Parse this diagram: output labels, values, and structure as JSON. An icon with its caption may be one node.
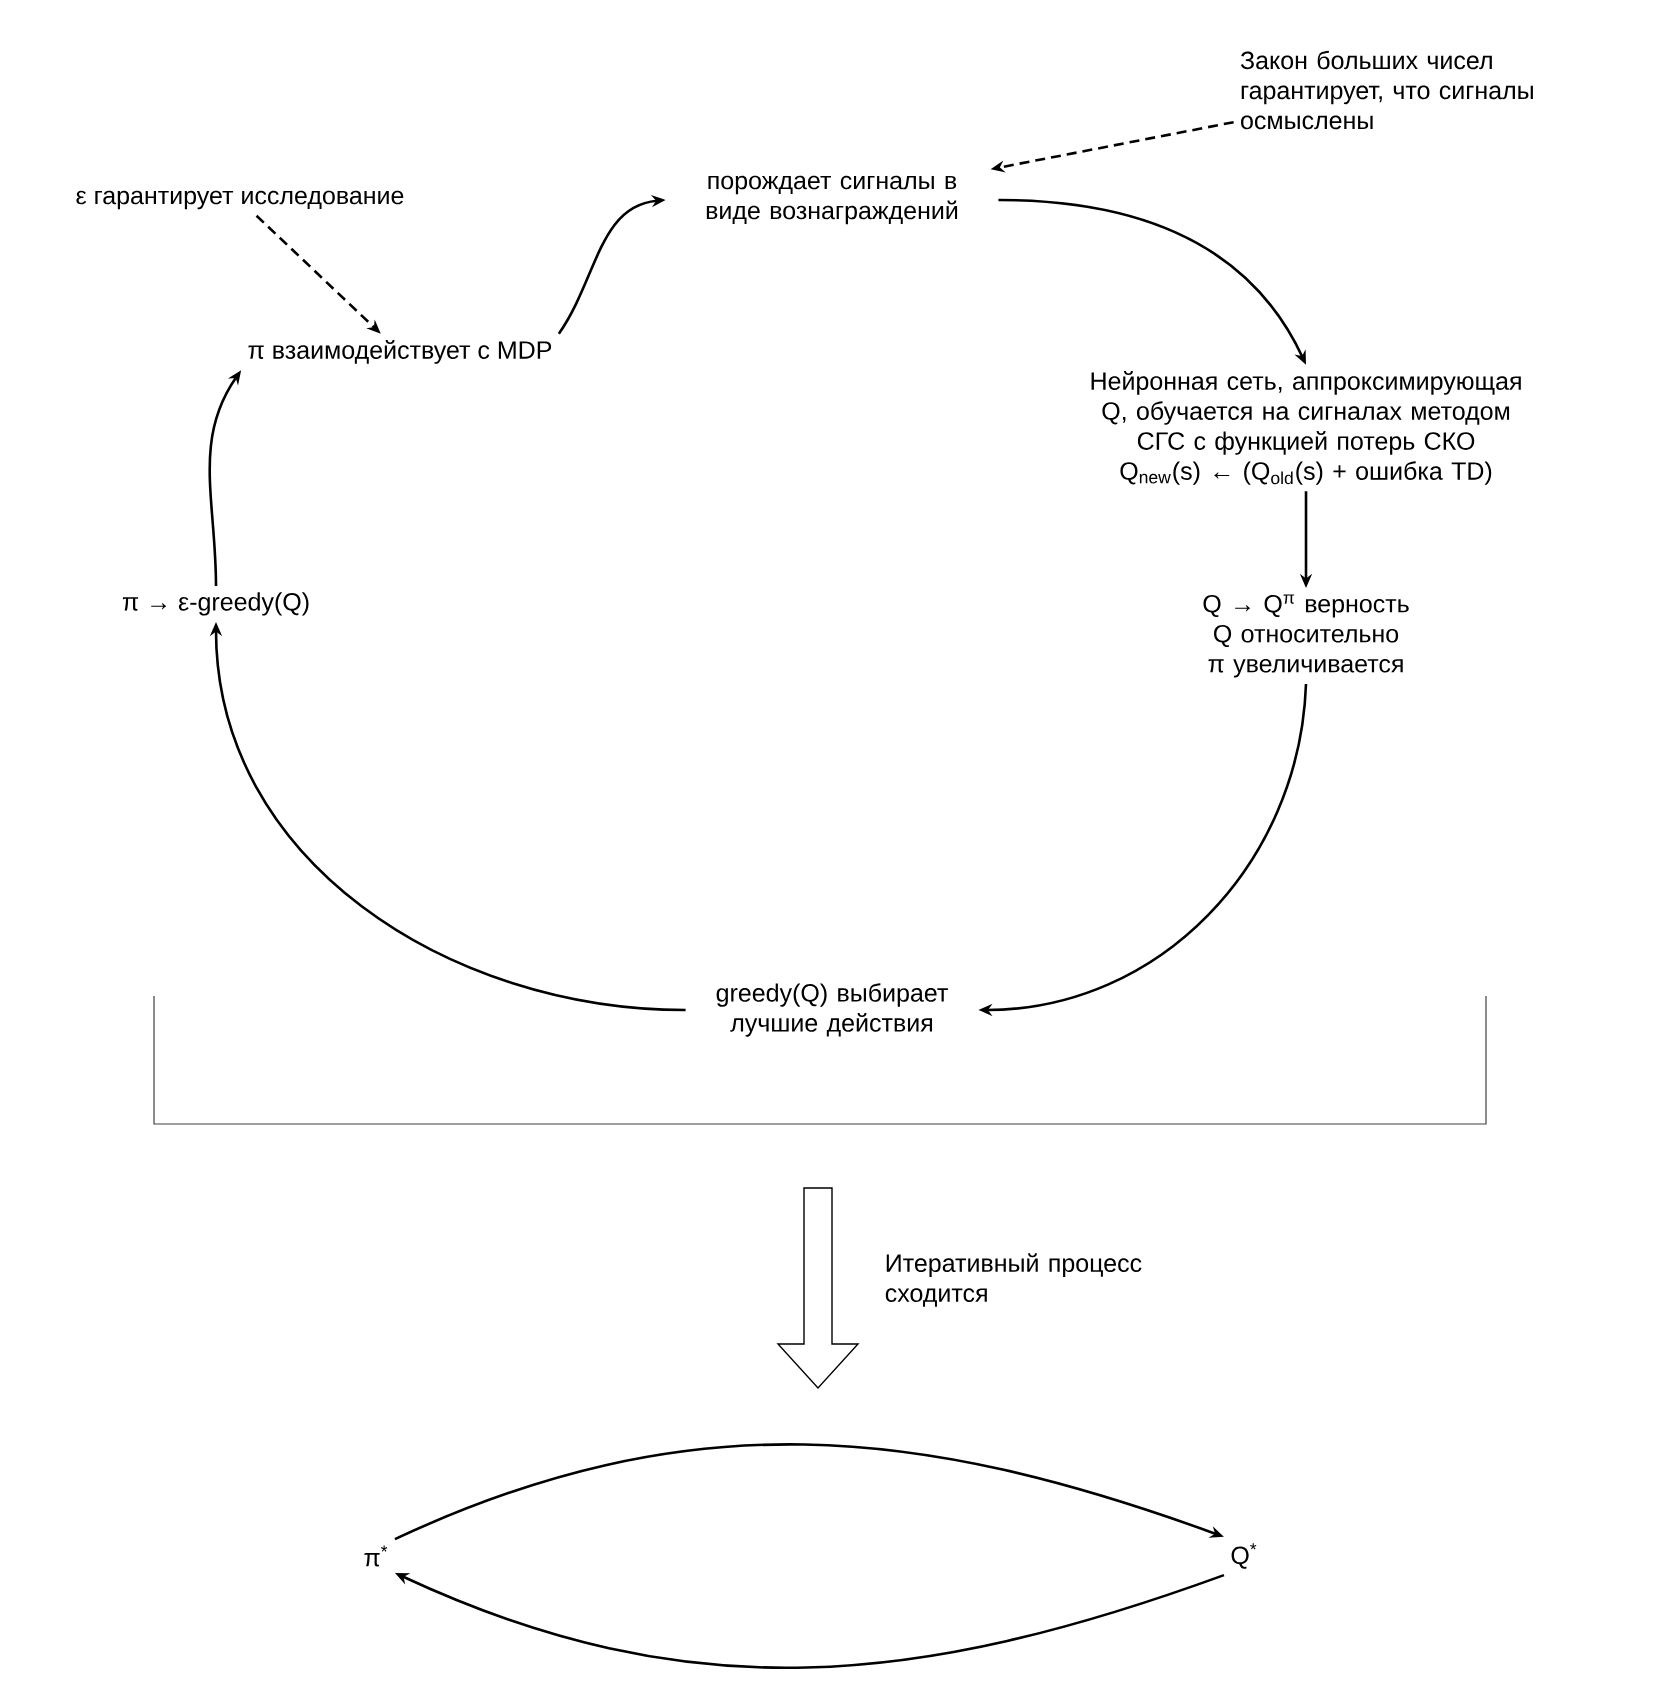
{
  "diagram": {
    "nodes": [
      {
        "text": [
          "ε гарантирует исследование"
        ]
      },
      {
        "text": [
          "порождает сигналы в виде вознаграждений"
        ]
      },
      {
        "text": [
          "Закон больших чисел гарантирует, что сигналы осмыслены"
        ]
      },
      {
        "text": [
          "π взаимодействует с MDP"
        ]
      },
      {
        "text": [
          "Нейронная сеть, аппроксимирующая Q, обучается на сигналах методом СГС с функцией потерь СКО Q$_{new}$(s) ← (Q$_{old}$(s) + ошибка TD)"
        ]
      },
      {
        "text": [
          "Q → Q$^{π}$ верность Q относительно π увеличивается"
        ]
      },
      {
        "text": [
          "π → ε-greedy(Q)"
        ]
      },
      {
        "text": [
          "greedy(Q) выбирает лучшие действия"
        ]
      },
      {
        "text": [
          "π$^{*}$"
        ]
      },
      {
        "text": [
          "Q$^{*}$"
        ]
      }
    ],
    "edges": [
      {
        "from": 0,
        "to": 3,
        "arrow": "to",
        "style": "dashed"
      },
      {
        "from": 2,
        "to": 1,
        "arrow": "to",
        "style": "dashed"
      },
      {
        "from": 3,
        "to": 1,
        "arrow": "to"
      },
      {
        "from": 1,
        "to": 4,
        "arrow": "to"
      },
      {
        "from": 4,
        "to": 5,
        "arrow": "to"
      },
      {
        "from": 5,
        "to": 7,
        "arrow": "to"
      },
      {
        "from": 7,
        "to": 6,
        "arrow": "to"
      },
      {
        "from": 6,
        "to": 3,
        "arrow": "to"
      },
      {
        "from": 8,
        "to": 9,
        "arrow": "to"
      },
      {
        "from": 9,
        "to": 8,
        "arrow": "to"
      }
    ],
    "labels": [
      "Итеративный процесс сходится"
    ]
  }
}
